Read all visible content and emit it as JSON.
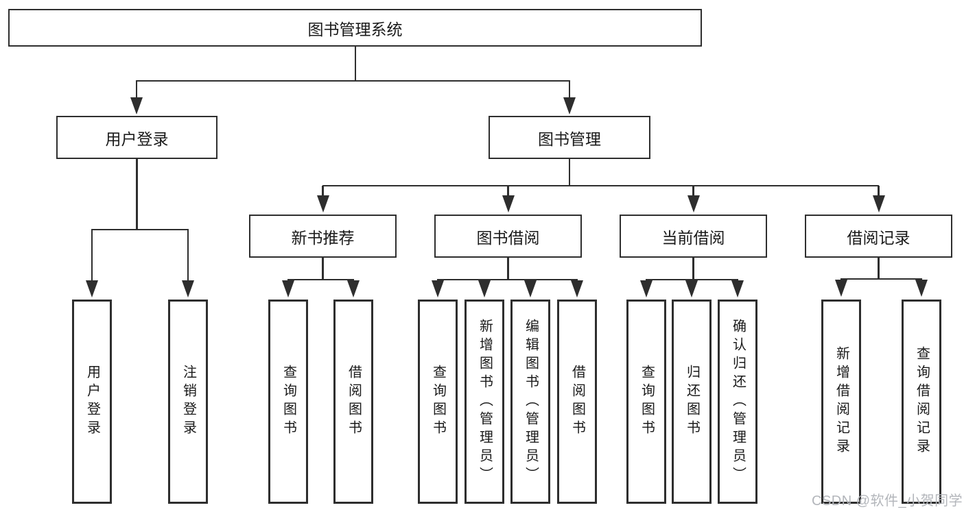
{
  "tree": {
    "root": {
      "label": "图书管理系统"
    },
    "user_login": {
      "label": "用户登录",
      "children": [
        {
          "label": "用户登录"
        },
        {
          "label": "注销登录"
        }
      ]
    },
    "book_mgmt": {
      "label": "图书管理",
      "children": [
        {
          "label": "新书推荐",
          "children": [
            {
              "label": "查询图书"
            },
            {
              "label": "借阅图书"
            }
          ]
        },
        {
          "label": "图书借阅",
          "children": [
            {
              "label": "查询图书"
            },
            {
              "label": "新增图书（管理员）"
            },
            {
              "label": "编辑图书（管理员）"
            },
            {
              "label": "借阅图书"
            }
          ]
        },
        {
          "label": "当前借阅",
          "children": [
            {
              "label": "查询图书"
            },
            {
              "label": "归还图书"
            },
            {
              "label": "确认归还（管理员）"
            }
          ]
        },
        {
          "label": "借阅记录",
          "children": [
            {
              "label": "新增借阅记录"
            },
            {
              "label": "查询借阅记录"
            }
          ]
        }
      ]
    }
  },
  "watermark": {
    "text": "CSDN @软件_小贺同学"
  },
  "colors": {
    "line": "#2e2e2e",
    "text": "#1a1a1a",
    "watermark": "#b3b6bb",
    "background": "#ffffff"
  }
}
